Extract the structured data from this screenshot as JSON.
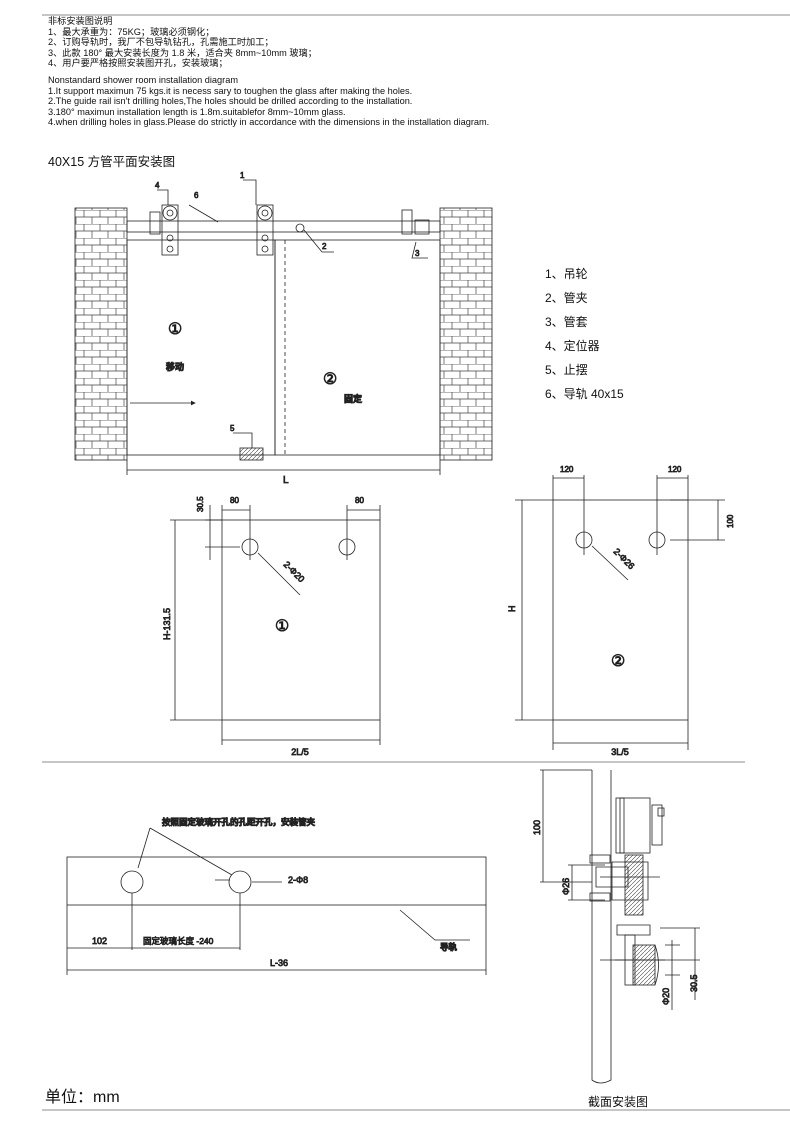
{
  "notes_cn": {
    "heading": "非标安装图说明",
    "items": [
      "1、最大承重为：75KG；玻璃必须钢化；",
      "2、订购导轨时，我厂不包导轨钻孔，孔需施工时加工；",
      "3、此款 180° 最大安装长度为 1.8 米，适合夹 8mm~10mm 玻璃；",
      "4、用户要严格按照安装图开孔，安装玻璃；"
    ]
  },
  "notes_en": {
    "heading": "Nonstandard shower room installation diagram",
    "items": [
      "1.It support maximun 75 kgs.it is necess sary to toughen the glass after making the holes.",
      "2.The guide rail isn't drilling holes,The holes should be drilled according to the installation.",
      "3.180°   maximun installation length is 1.8m.suitablefor 8mm~10mm glass.",
      "4.when drilling holes in glass.Please do strictly in accordance with the dimensions in the installation diagram."
    ]
  },
  "plan_title": "40X15 方管平面安装图",
  "plan": {
    "callouts": [
      "1",
      "2",
      "3",
      "4",
      "5",
      "6"
    ],
    "panel1": "①",
    "panel1_label": "移动",
    "panel2": "②",
    "panel2_label": "固定",
    "dim_L": "L"
  },
  "legend": [
    "1、吊轮",
    "2、管夹",
    "3、管套",
    "4、定位器",
    "5、止摆",
    "6、导轨 40x15"
  ],
  "glass1": {
    "dim_top_left": "80",
    "dim_top_right": "80",
    "dim_offset": "30.5",
    "dim_height": "H-131.5",
    "holes": "2-Φ20",
    "mark": "①",
    "dim_width": "2L/5"
  },
  "glass2": {
    "dim_top_left": "120",
    "dim_top_right": "120",
    "dim_offset": "100",
    "dim_height": "H",
    "holes": "2-Φ26",
    "mark": "②",
    "dim_width": "3L/5"
  },
  "rail": {
    "note": "按照固定玻璃开孔的孔距开孔，安装管夹",
    "holes": "2-Φ8",
    "dim_a": "102",
    "dim_b": "固定玻璃长度 -240",
    "dim_total": "L-36",
    "label": "导轨"
  },
  "section": {
    "dim_100": "100",
    "dim_d26": "Φ26",
    "dim_d20": "Φ20",
    "dim_305": "30.5",
    "title": "截面安装图"
  },
  "unit": "单位：mm"
}
